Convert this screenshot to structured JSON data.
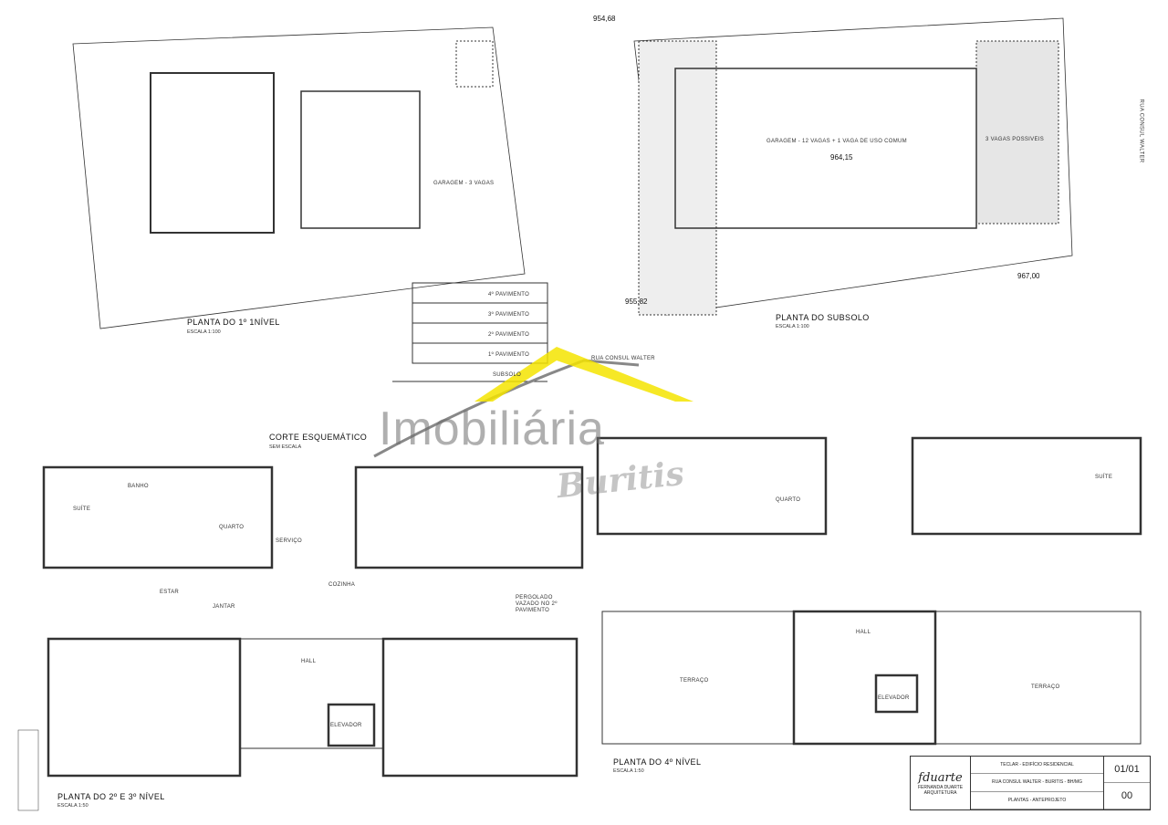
{
  "plans": {
    "level1": {
      "title": "PLANTA DO 1º 1NÍVEL",
      "scale": "ESCALA 1:100",
      "garage": "GARAGEM - 3 VAGAS"
    },
    "basement": {
      "title": "PLANTA DO SUBSOLO",
      "scale": "ESCALA 1:100",
      "garage": "GARAGEM - 12 VAGAS + 1 VAGA DE USO COMUM",
      "extra": "3 VAGAS POSSIVEIS",
      "elevation": "964,15"
    },
    "section": {
      "title": "CORTE ESQUEMÁTICO",
      "scale": "SEM ESCALA",
      "floors": [
        "4º PAVIMENTO",
        "3º PAVIMENTO",
        "2º PAVIMENTO",
        "1º PAVIMENTO",
        "SUBSOLO"
      ],
      "street": "RUA CONSUL WALTER"
    },
    "level23": {
      "title": "PLANTA DO 2º E 3º NÍVEL",
      "scale": "ESCALA 1:50",
      "pergola": "PERGOLADO VAZADO NO 2º PAVIMENTO"
    },
    "level4": {
      "title": "PLANTA DO 4º NÍVEL",
      "scale": "ESCALA 1:50"
    }
  },
  "rooms": {
    "suite": "SUÍTE",
    "bath": "BANHO",
    "bedroom": "QUARTO",
    "service": "SERVIÇO",
    "kitchen": "COZINHA",
    "living": "ESTAR",
    "dining": "JANTAR",
    "hall": "HALL",
    "elevator": "ELEVADOR",
    "terrace": "TERRAÇO"
  },
  "elevations": [
    "954,68",
    "955,82",
    "967,00"
  ],
  "street_label": "RUA CONSUL WALTER",
  "watermark": {
    "line1": "Imobiliária",
    "line2": "Buritis",
    "accent": "#f5e400"
  },
  "title_block": {
    "project": "TECLAR - EDIFÍCIO RESIDENCIAL",
    "address": "RUA CONSUL WALTER - BURITIS - BH/MG",
    "content": "PLANTAS - ANTEPROJETO",
    "sheet": "01/01",
    "revision": "00",
    "logo_sig": "fduarte",
    "firm": "FERNANDA DUARTE ARQUITETURA"
  }
}
